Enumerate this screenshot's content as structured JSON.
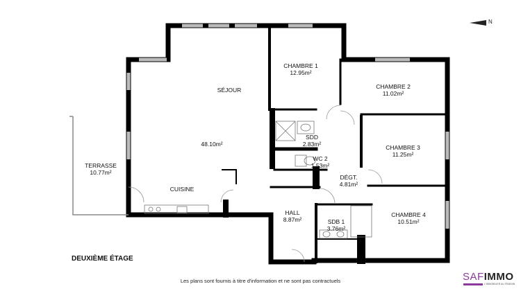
{
  "plan": {
    "floor_label": "DEUXIÈME ÉTAGE",
    "disclaimer": "Les plans sont fournis à titre d'information et ne sont pas contractuels",
    "north_label": "N",
    "rooms": [
      {
        "name": "SÉJOUR",
        "area": "48.10m²"
      },
      {
        "name": "TERRASSE",
        "area": "10.77m²"
      },
      {
        "name": "CUISINE",
        "area": ""
      },
      {
        "name": "CHAMBRE 1",
        "area": "12.95m²"
      },
      {
        "name": "CHAMBRE 2",
        "area": "11.02m²"
      },
      {
        "name": "CHAMBRE 3",
        "area": "11.25m²"
      },
      {
        "name": "CHAMBRE 4",
        "area": "10.51m²"
      },
      {
        "name": "SDD",
        "area": "2.83m²"
      },
      {
        "name": "WC 2",
        "area": "1.53m²"
      },
      {
        "name": "DÉGT.",
        "area": "4.81m²"
      },
      {
        "name": "HALL",
        "area": "8.87m²"
      },
      {
        "name": "SDB 1",
        "area": "3.76m²"
      }
    ]
  },
  "logo": {
    "part1": "SAF",
    "part2": "IMMO",
    "tagline": "L'IMMOBILIER AU FEMININ"
  },
  "colors": {
    "wall": "#000000",
    "brand": "#8b3a9c"
  }
}
